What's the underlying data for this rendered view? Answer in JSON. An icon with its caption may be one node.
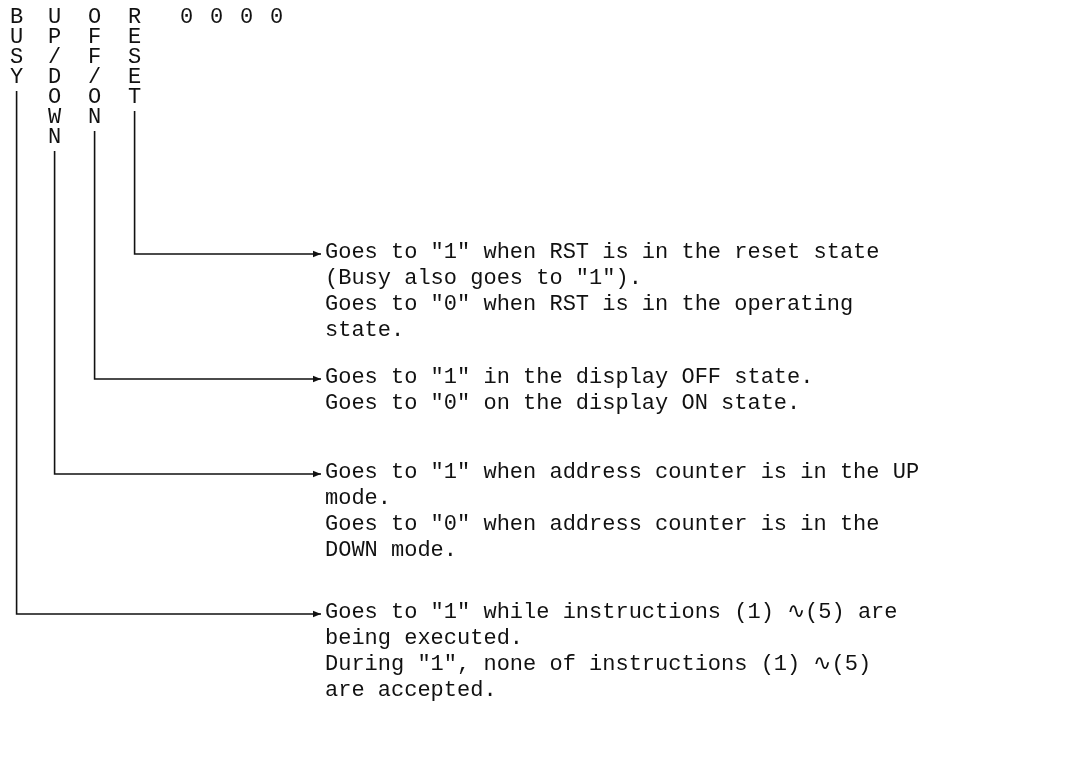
{
  "diagram": {
    "nodes": [
      {
        "text": [
          "BUSY"
        ]
      },
      {
        "text": [
          "UP/DOWN"
        ]
      },
      {
        "text": [
          "OFF/ON"
        ]
      },
      {
        "text": [
          "RESET"
        ]
      },
      {
        "text": [
          "Goes to \"1\" when RST is in the reset state (Busy also goes to \"1\").",
          "Goes to \"0\" when RST is in the operating state."
        ]
      },
      {
        "text": [
          "Goes to \"1\" in the display OFF state.",
          "Goes to \"0\" on the display ON state."
        ]
      },
      {
        "text": [
          "Goes to \"1\" when address counter is in the UP mode.",
          "Goes to \"0\" when address counter is in the DOWN mode."
        ]
      },
      {
        "text": [
          "Goes to \"1\" while instructions (1) ∿(5) are being executed.",
          "During \"1\", none of instructions (1) ∿(5) are accepted."
        ]
      }
    ],
    "edges": [
      {
        "from": 3,
        "to": 4,
        "arrow": "to"
      },
      {
        "from": 2,
        "to": 5,
        "arrow": "to"
      },
      {
        "from": 1,
        "to": 6,
        "arrow": "to"
      },
      {
        "from": 0,
        "to": 7,
        "arrow": "to"
      }
    ],
    "labels": [
      "0",
      "0",
      "0",
      "0"
    ]
  }
}
